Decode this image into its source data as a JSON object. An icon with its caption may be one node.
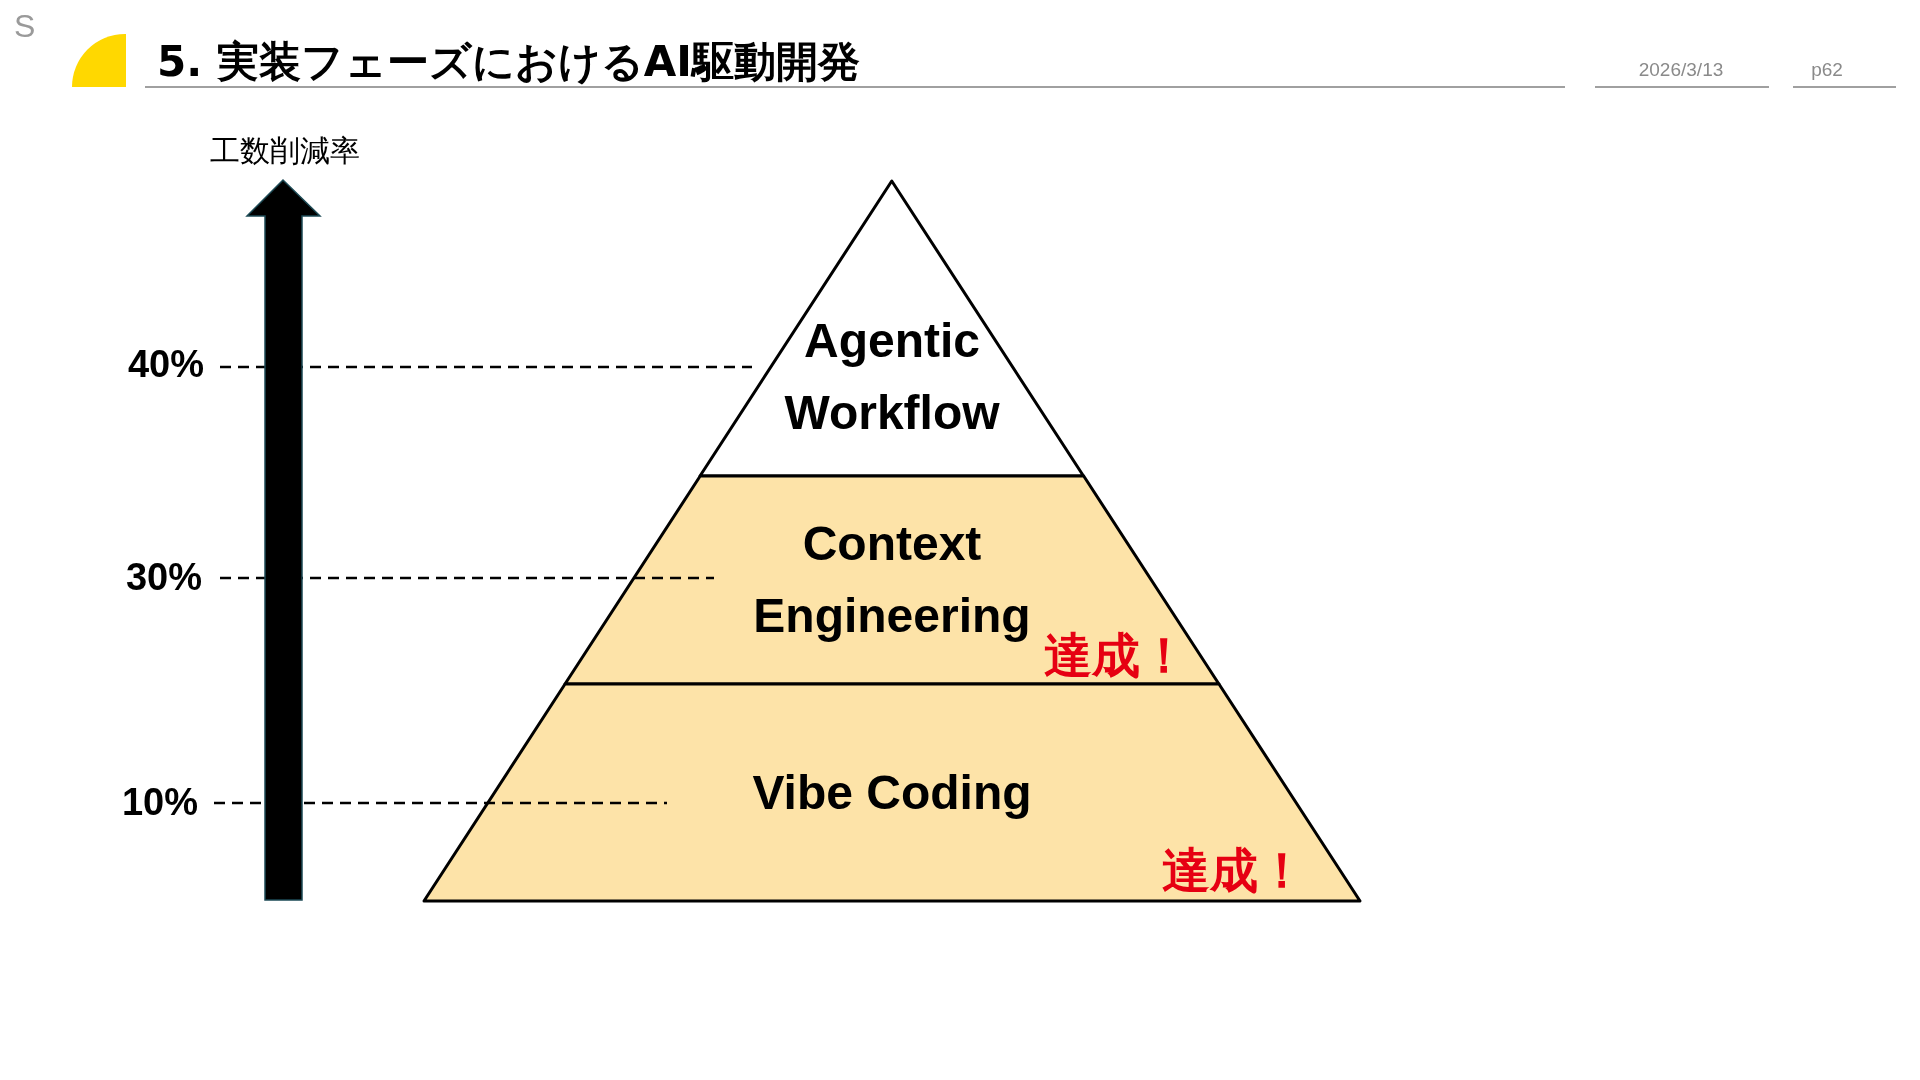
{
  "diagram": {
    "title": "5. 実装フェーズにおけるAI駆動開発",
    "nodes": [
      {
        "text": [
          "Agentic Workflow"
        ]
      },
      {
        "text": [
          "Context Engineering",
          "達成！"
        ]
      },
      {
        "text": [
          "Vibe Coding",
          "達成！"
        ]
      }
    ],
    "labels": [
      "S",
      "工数削減率",
      "40%",
      "30%",
      "10%",
      "2026/3/13",
      "p62"
    ]
  }
}
